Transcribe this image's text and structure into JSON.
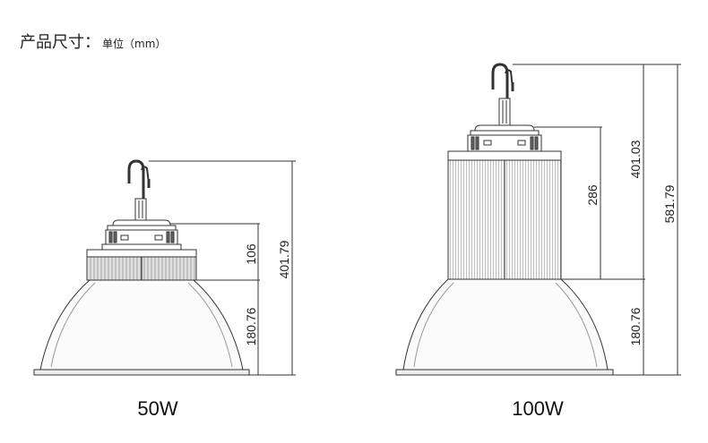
{
  "header": {
    "title": "产品尺寸：",
    "unit": "单位（mm）"
  },
  "products": [
    {
      "model": "50W",
      "dims": {
        "top": "106",
        "total": "401.79",
        "reflector": "180.76"
      }
    },
    {
      "model": "100W",
      "dims": {
        "top": "286",
        "body": "401.03",
        "total": "581.79",
        "reflector": "180.76"
      }
    }
  ],
  "colors": {
    "line": "#333333",
    "fin": "#888888",
    "fill": "#f4f4f4"
  }
}
